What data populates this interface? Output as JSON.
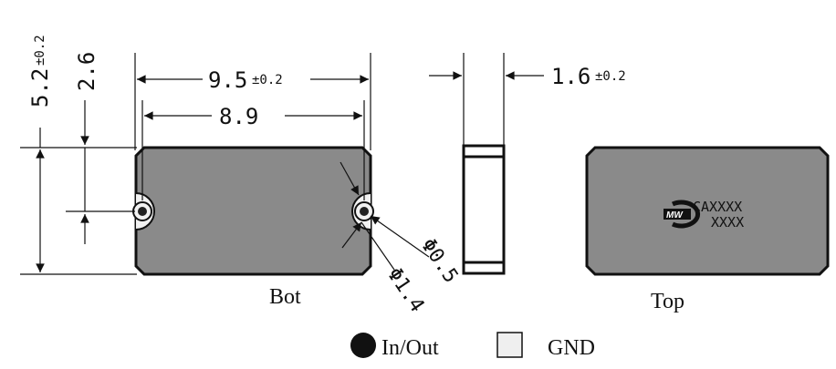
{
  "dimensions": {
    "height_total": "5.2",
    "height_total_tol": "±0.2",
    "height_half": "2.6",
    "width_total": "9.5",
    "width_total_tol": "±0.2",
    "width_inner": "8.9",
    "thickness": "1.6",
    "thickness_tol": "±0.2",
    "hole_inner": "Φ0.5",
    "hole_outer": "Φ1.4"
  },
  "views": {
    "bottom_label": "Bot",
    "top_label": "Top"
  },
  "marking": {
    "logo_text": "MW",
    "line1": "CAXXXX",
    "line2": "XXXX"
  },
  "legend": {
    "io_label": "In/Out",
    "gnd_label": "GND"
  },
  "colors": {
    "body_fill": "#8a8a8a",
    "outline": "#111111",
    "gnd_swatch": "#efefef"
  }
}
